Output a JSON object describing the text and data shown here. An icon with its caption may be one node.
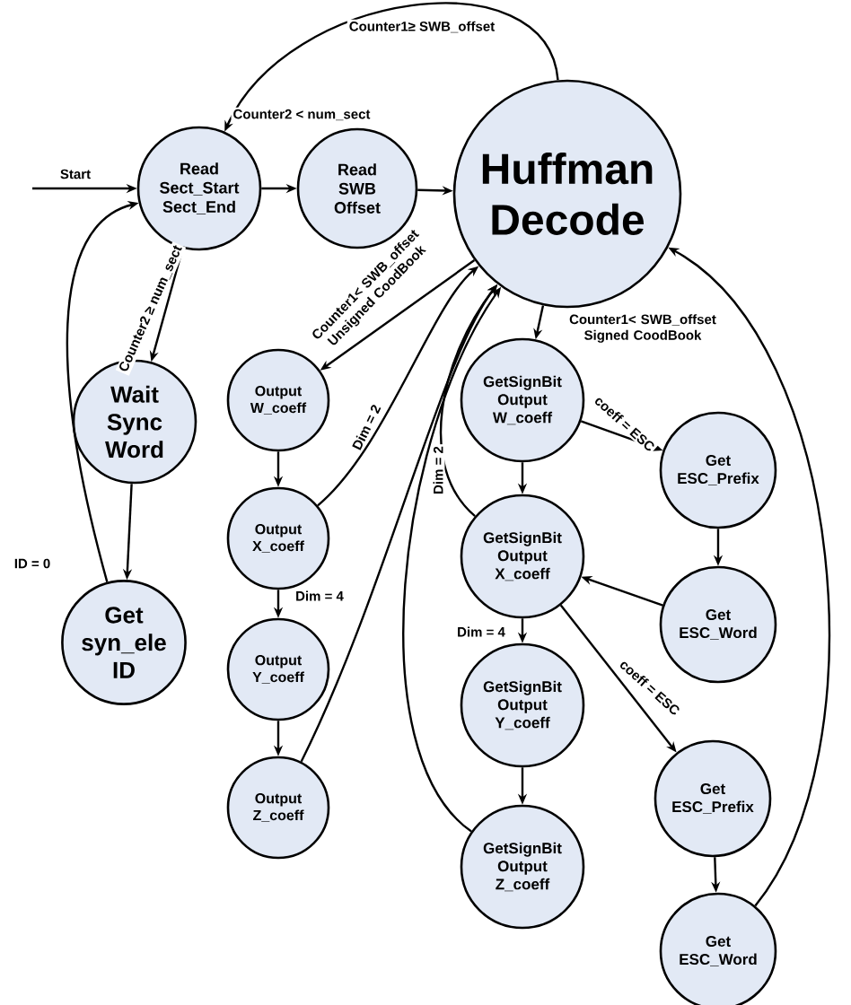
{
  "diagram": {
    "nodes": [
      {
        "text": [
          "Read Sect_Start Sect_End"
        ]
      },
      {
        "text": [
          "Read SWB Offset"
        ]
      },
      {
        "text": [
          "Huffman Decode"
        ]
      },
      {
        "text": [
          "Wait Sync Word"
        ]
      },
      {
        "text": [
          "Get syn_ele ID"
        ]
      },
      {
        "text": [
          "Output W_coeff"
        ]
      },
      {
        "text": [
          "Output X_coeff"
        ]
      },
      {
        "text": [
          "Output Y_coeff"
        ]
      },
      {
        "text": [
          "Output Z_coeff"
        ]
      },
      {
        "text": [
          "GetSignBit Output W_coeff"
        ]
      },
      {
        "text": [
          "GetSignBit Output X_coeff"
        ]
      },
      {
        "text": [
          "GetSignBit Output Y_coeff"
        ]
      },
      {
        "text": [
          "GetSignBit Output Z_coeff"
        ]
      },
      {
        "text": [
          "Get ESC_Prefix"
        ]
      },
      {
        "text": [
          "Get ESC_Word"
        ]
      },
      {
        "text": [
          "Get ESC_Prefix"
        ]
      },
      {
        "text": [
          "Get ESC_Word"
        ]
      }
    ],
    "edges": [
      {
        "from": null,
        "to": 0,
        "arrow": "to",
        "label": "Start"
      },
      {
        "from": 0,
        "to": 1,
        "arrow": "to"
      },
      {
        "from": 1,
        "to": 2,
        "arrow": "to"
      },
      {
        "from": 2,
        "to": 0,
        "arrow": "to",
        "label": "Counter1≥ SWB_offset"
      },
      {
        "from": 0,
        "to": 3,
        "arrow": "to",
        "label": "Counter2 ≥ num_sect"
      },
      {
        "from": 3,
        "to": 4,
        "arrow": "to"
      },
      {
        "from": 4,
        "to": 0,
        "arrow": "to",
        "label": "ID = 0"
      },
      {
        "from": 2,
        "to": 5,
        "arrow": "to",
        "label": "Counter1< SWB_offset Unsigned CoodBook"
      },
      {
        "from": 5,
        "to": 6,
        "arrow": "to"
      },
      {
        "from": 6,
        "to": 2,
        "arrow": "to",
        "label": "Dim = 2"
      },
      {
        "from": 6,
        "to": 7,
        "arrow": "to",
        "label": "Dim = 4"
      },
      {
        "from": 7,
        "to": 8,
        "arrow": "to"
      },
      {
        "from": 8,
        "to": 2,
        "arrow": "to"
      },
      {
        "from": 2,
        "to": 9,
        "arrow": "to",
        "label": "Counter1< SWB_offset Signed CoodBook"
      },
      {
        "from": 9,
        "to": 10,
        "arrow": "to"
      },
      {
        "from": 10,
        "to": 2,
        "arrow": "to",
        "label": "Dim = 2"
      },
      {
        "from": 10,
        "to": 11,
        "arrow": "to",
        "label": "Dim = 4"
      },
      {
        "from": 11,
        "to": 12,
        "arrow": "to"
      },
      {
        "from": 12,
        "to": 2,
        "arrow": "to"
      },
      {
        "from": 9,
        "to": 13,
        "arrow": "to",
        "label": "coeff = ESC"
      },
      {
        "from": 13,
        "to": 14,
        "arrow": "to"
      },
      {
        "from": 14,
        "to": 10,
        "arrow": "to"
      },
      {
        "from": 10,
        "to": 15,
        "arrow": "to",
        "label": "coeff = ESC"
      },
      {
        "from": 15,
        "to": 16,
        "arrow": "to"
      },
      {
        "from": 16,
        "to": 2,
        "arrow": "to"
      }
    ],
    "labels": [
      "Counter2 < num_sect"
    ]
  }
}
